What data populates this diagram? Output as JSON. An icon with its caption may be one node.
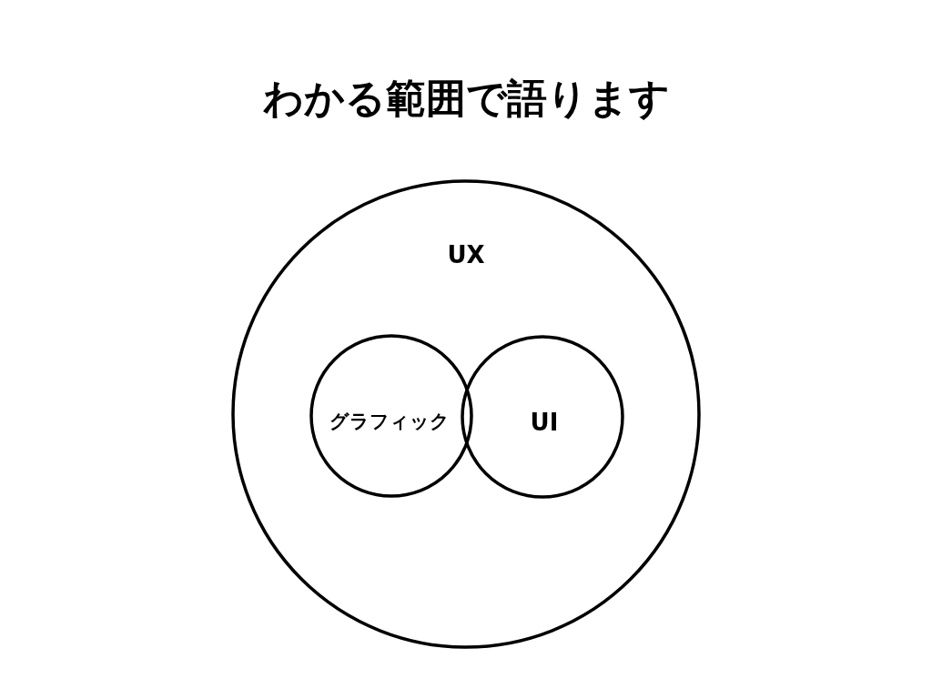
{
  "diagram": {
    "title": "わかる範囲で語ります",
    "nodes": [
      {
        "text": [
          "UX"
        ]
      },
      {
        "text": [
          "グラフィック"
        ],
        "in": 0
      },
      {
        "text": [
          "UI"
        ],
        "in": 0
      }
    ]
  }
}
